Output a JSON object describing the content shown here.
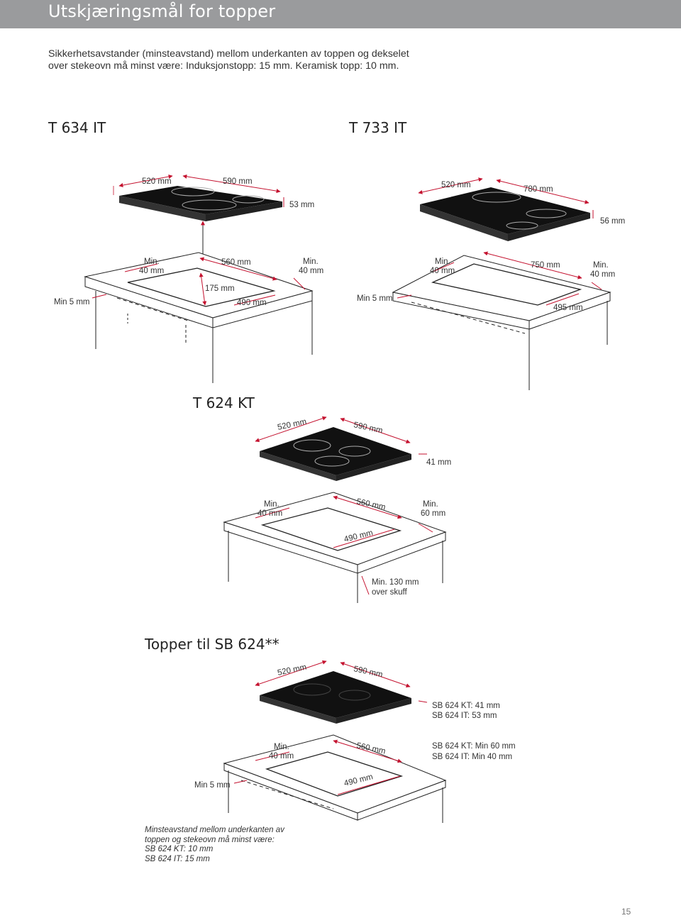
{
  "header": {
    "title": "Utskjæringsmål for topper"
  },
  "intro": {
    "line1": "Sikkerhetsavstander (minsteavstand) mellom underkanten av toppen og dekselet",
    "line2": "over stekeovn må minst være: Induksjonstopp: 15 mm. Keramisk topp: 10 mm."
  },
  "models": {
    "t634": "T 634 IT",
    "t733": "T 733 IT",
    "t624": "T 624 KT",
    "sb624": "Topper til SB 624**"
  },
  "t634_labels": {
    "depth": "520 mm",
    "width": "590 mm",
    "height": "53 mm",
    "min_left_a": "Min.",
    "min_left_b": "40 mm",
    "cut_width": "560 mm",
    "min_right_a": "Min.",
    "min_right_b": "40 mm",
    "oven_gap": "175 mm",
    "cut_depth": "490 mm",
    "min_front": "Min 5 mm"
  },
  "t733_labels": {
    "depth": "520 mm",
    "width": "780 mm",
    "height": "56 mm",
    "min_left_a": "Min.",
    "min_left_b": "40 mm",
    "cut_width": "750 mm",
    "min_right_a": "Min.",
    "min_right_b": "40 mm",
    "cut_depth": "495 mm",
    "min_front": "Min 5 mm"
  },
  "t624_labels": {
    "depth": "520 mm",
    "width": "590 mm",
    "height": "41 mm",
    "min_left_a": "Min.",
    "min_left_b": "40 mm",
    "cut_width": "560 mm",
    "min_right_a": "Min.",
    "min_right_b": "60 mm",
    "cut_depth": "490 mm",
    "drawer_a": "Min. 130 mm",
    "drawer_b": "over skuff"
  },
  "sb624_labels": {
    "depth": "520 mm",
    "width": "590 mm",
    "height_kt": "SB 624 KT: 41 mm",
    "height_it": "SB 624 IT: 53 mm",
    "min_left_a": "Min.",
    "min_left_b": "40 mm",
    "cut_width": "560 mm",
    "min_kt": "SB 624 KT: Min 60 mm",
    "min_it": "SB 624 IT: Min 40 mm",
    "cut_depth": "490 mm",
    "min_front": "Min 5 mm"
  },
  "note": {
    "line1": "Minsteavstand mellom underkanten av",
    "line2": "toppen og stekeovn må minst være:",
    "line3": "SB 624 KT: 10 mm",
    "line4": "SB 624 IT: 15 mm"
  },
  "page_number": "15",
  "colors": {
    "header_bg": "#9a9b9d",
    "dimension_red": "#c4122f",
    "cooktop_black": "#111111"
  }
}
